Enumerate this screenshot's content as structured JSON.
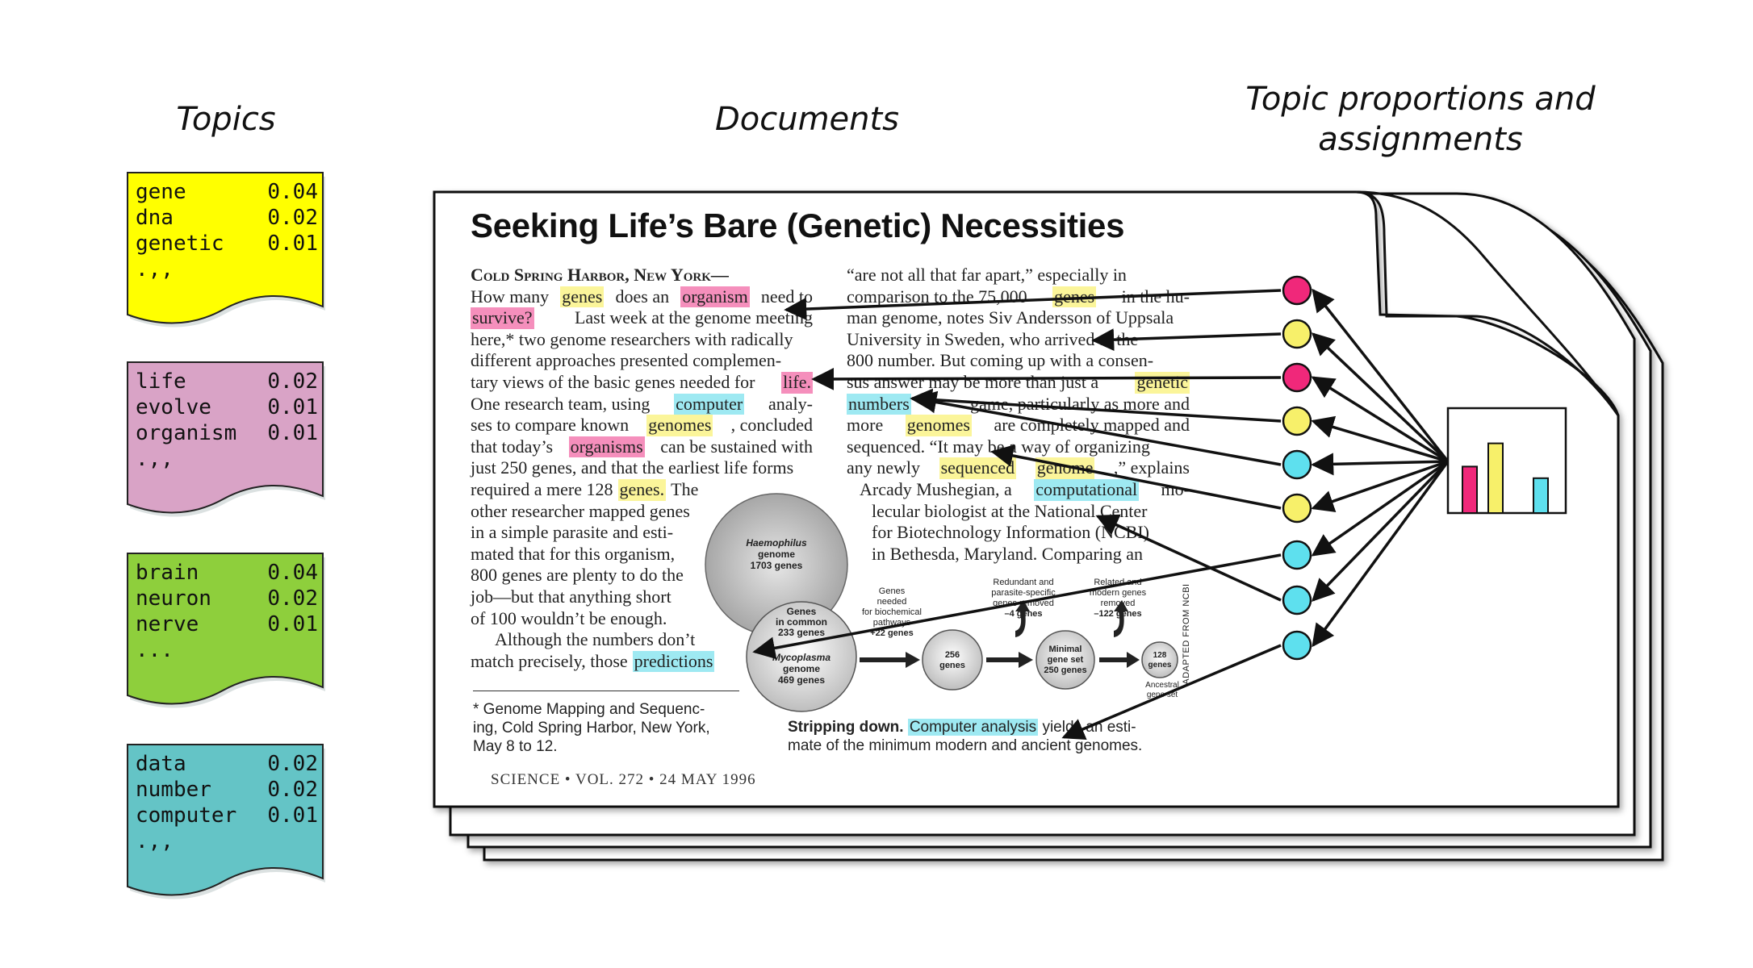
{
  "headers": {
    "topics": "Topics",
    "documents": "Documents",
    "proportions_line1": "Topic proportions and",
    "proportions_line2": "assignments"
  },
  "topics": [
    {
      "color": "#ffff00",
      "words": [
        {
          "w": "gene",
          "p": "0.04"
        },
        {
          "w": "dna",
          "p": "0.02"
        },
        {
          "w": "genetic",
          "p": "0.01"
        }
      ],
      "more": ".,,"
    },
    {
      "color": "#d9a3c6",
      "words": [
        {
          "w": "life",
          "p": "0.02"
        },
        {
          "w": "evolve",
          "p": "0.01"
        },
        {
          "w": "organism",
          "p": "0.01"
        }
      ],
      "more": ".,,"
    },
    {
      "color": "#8ecf3c",
      "words": [
        {
          "w": "brain",
          "p": "0.04"
        },
        {
          "w": "neuron",
          "p": "0.02"
        },
        {
          "w": "nerve",
          "p": "0.01"
        }
      ],
      "more": "..."
    },
    {
      "color": "#64c4c6",
      "words": [
        {
          "w": "data",
          "p": "0.02"
        },
        {
          "w": "number",
          "p": "0.02"
        },
        {
          "w": "computer",
          "p": "0.01"
        }
      ],
      "more": ".,,"
    }
  ],
  "document": {
    "title": "Seeking Life’s Bare (Genetic) Necessities",
    "dateline": "Cold Spring Harbor, New York—",
    "left_col": {
      "l1": {
        "a": "How many",
        "b": "genes",
        "c": "does an",
        "d": "organism",
        "e": "need to"
      },
      "l2": {
        "a": "survive?",
        "b": "Last week at the genome meeting"
      },
      "l3": "here,* two genome researchers with radically",
      "l4": "different approaches presented complemen-",
      "l5": {
        "a": "tary views of the basic genes needed for",
        "b": "life."
      },
      "l6": {
        "a": "One research team, using",
        "b": "computer",
        "c": "analy-"
      },
      "l7": {
        "a": "ses to compare known",
        "b": "genomes",
        "c": ", concluded"
      },
      "l8": {
        "a": "that today’s",
        "b": "organisms",
        "c": "can be sustained with"
      },
      "l9": "just 250 genes, and that the earliest life forms",
      "l10": {
        "a": "required a mere 128",
        "b": "genes.",
        "c": "The"
      },
      "l11": "other researcher mapped genes",
      "l12": "in a simple parasite and esti-",
      "l13": "mated that for this organism,",
      "l14": "800 genes are plenty to do the",
      "l15": "job—but that anything short",
      "l16": "of 100 wouldn’t be enough.",
      "l17": "Although the numbers don’t",
      "l18": {
        "a": "match precisely, those",
        "b": "predictions"
      }
    },
    "right_col": {
      "r1": "“are not all that far apart,” especially in",
      "r2": {
        "a": "comparison to the 75,000",
        "b": "genes",
        "c": "in the hu-"
      },
      "r3": "man genome, notes Siv Andersson of Uppsala",
      "r4": "University in Sweden, who arrived at the",
      "r5": "800 number. But coming up with a consen-",
      "r6": {
        "a": "sus answer may be more than just a",
        "b": "genetic"
      },
      "r7": {
        "a": "numbers",
        "b": "game, particularly as more and"
      },
      "r8": {
        "a": "more",
        "b": "genomes",
        "c": "are completely mapped and"
      },
      "r9": "sequenced. “It may be a way of organizing",
      "r10": {
        "a": "any newly",
        "b": "sequenced",
        "c": "genome",
        "d": ",” explains"
      },
      "r11": {
        "a": "Arcady Mushegian, a",
        "b": "computational",
        "c": "mo-"
      },
      "r12": "lecular biologist at the National Center",
      "r13": "for Biotechnology Information (NCBI)",
      "r14": "in Bethesda, Maryland. Comparing an"
    },
    "footnote": [
      "* Genome Mapping and Sequenc-",
      "ing, Cold Spring Harbor, New York,",
      "May 8 to 12."
    ],
    "credit_line": "SCIENCE • VOL. 272 • 24 MAY 1996",
    "figure": {
      "haemophilus": [
        "Haemophilus",
        "genome",
        "1703 genes"
      ],
      "common": [
        "Genes",
        "in common",
        "233 genes"
      ],
      "mycoplasma": [
        "Mycoplasma",
        "genome",
        "469 genes"
      ],
      "needed": [
        "Genes",
        "needed",
        "for biochemical",
        "pathways",
        "+22 genes"
      ],
      "c256": [
        "256",
        "genes"
      ],
      "redundant": [
        "Redundant and",
        "parasite-specific",
        "genes removed",
        "–4 genes"
      ],
      "minimal": [
        "Minimal",
        "gene set",
        "250 genes"
      ],
      "related": [
        "Related and",
        "modern genes",
        "removed",
        "–122 genes"
      ],
      "c128": [
        "128",
        "genes"
      ],
      "ancestral": [
        "Ancestral",
        "gene set"
      ],
      "adapted": "ADAPTED FROM NCBI"
    },
    "caption": {
      "bold": "Stripping down.",
      "hl": "Computer analysis",
      "rest1": "yields an esti-",
      "rest2": "mate of the minimum modern and ancient genomes."
    }
  },
  "proportions": {
    "bars": [
      {
        "color": "#f0287a",
        "value": 0.48
      },
      {
        "color": "#f7f06a",
        "value": 0.72
      },
      {
        "color": "#5ee0ee",
        "value": 0.36
      }
    ]
  },
  "assignment_nodes": [
    {
      "color": "#f0287a"
    },
    {
      "color": "#f7f06a"
    },
    {
      "color": "#f0287a"
    },
    {
      "color": "#f7f06a"
    },
    {
      "color": "#5ee0ee"
    },
    {
      "color": "#f7f06a"
    },
    {
      "color": "#5ee0ee"
    },
    {
      "color": "#5ee0ee"
    },
    {
      "color": "#5ee0ee"
    }
  ]
}
